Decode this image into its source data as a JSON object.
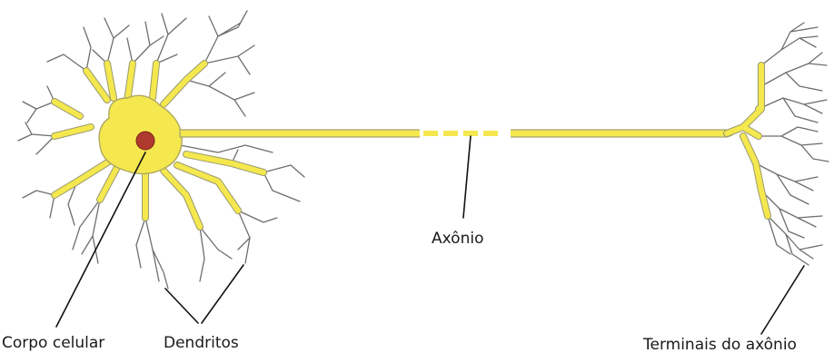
{
  "labels": {
    "cell_body": "Corpo celular",
    "dendrites": "Dendritos",
    "axon": "Axônio",
    "axon_terminals": "Terminais do axônio"
  },
  "colors": {
    "neuron_fill": "#f4e84e",
    "nucleus": "#b03a2e",
    "dendrite_line": "#6e6e6e",
    "leader_line": "#111111"
  }
}
